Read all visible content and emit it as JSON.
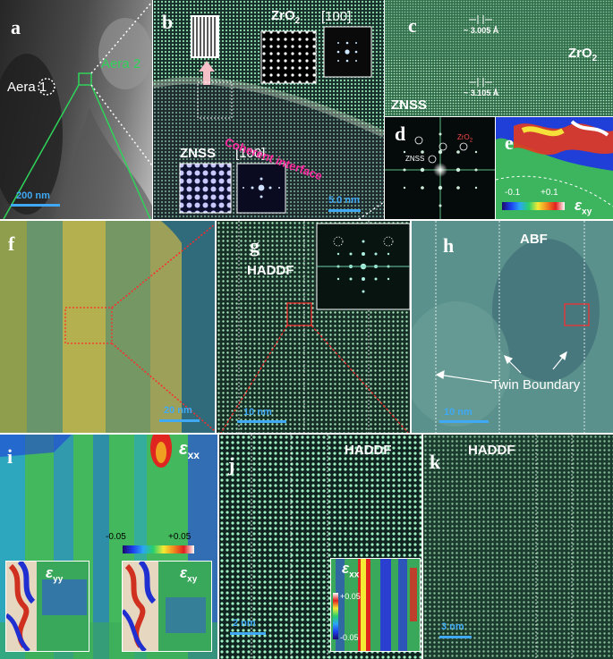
{
  "panels": {
    "a": {
      "label": "a",
      "area1": "Aera 1",
      "area2": "Aera 2",
      "scale": "200 nm"
    },
    "b": {
      "label": "b",
      "zro2": "ZrO",
      "zro2_sub": "2",
      "zro2_dir": "[100]",
      "znss": "ZNSS",
      "znss_dir": "[100]",
      "interface": "Coherent interface",
      "scale": "5.0 nm"
    },
    "c": {
      "label": "c",
      "spacing_top": "~ 3.005 Å",
      "spacing_bottom": "~ 3.105 Å",
      "zro2": "ZrO",
      "zro2_sub": "2",
      "znss": "ZNSS"
    },
    "d": {
      "label": "d",
      "zro2": "ZrO",
      "zro2_sub": "2",
      "znss": "ZNSS"
    },
    "e": {
      "label": "e",
      "min": "-0.1",
      "max": "+0.1",
      "strain": "ε",
      "strain_sub": "xy"
    },
    "f": {
      "label": "f",
      "scale": "20 nm"
    },
    "g": {
      "label": "g",
      "mode": "HADDF",
      "scale": "10 nm"
    },
    "h": {
      "label": "h",
      "mode": "ABF",
      "twin": "Twin Boundary",
      "scale": "10 nm"
    },
    "i": {
      "label": "i",
      "strain": "ε",
      "strain_sub": "xx",
      "min": "-0.05",
      "max": "+0.05",
      "inset1": "ε",
      "inset1_sub": "yy",
      "inset2": "ε",
      "inset2_sub": "xy"
    },
    "j": {
      "label": "j",
      "mode": "HADDF",
      "inset": "ε",
      "inset_sub": "xx",
      "max": "+0.05",
      "min": "-0.05",
      "scale": "2 nm"
    },
    "k": {
      "label": "k",
      "mode": "HADDF",
      "scale": "3 nm"
    }
  },
  "colors": {
    "accent_green": "#2fd35a",
    "scale_blue": "#3fa9f5",
    "interface_pink": "#ff2aa0",
    "zro2_red": "#ff4a4a"
  }
}
